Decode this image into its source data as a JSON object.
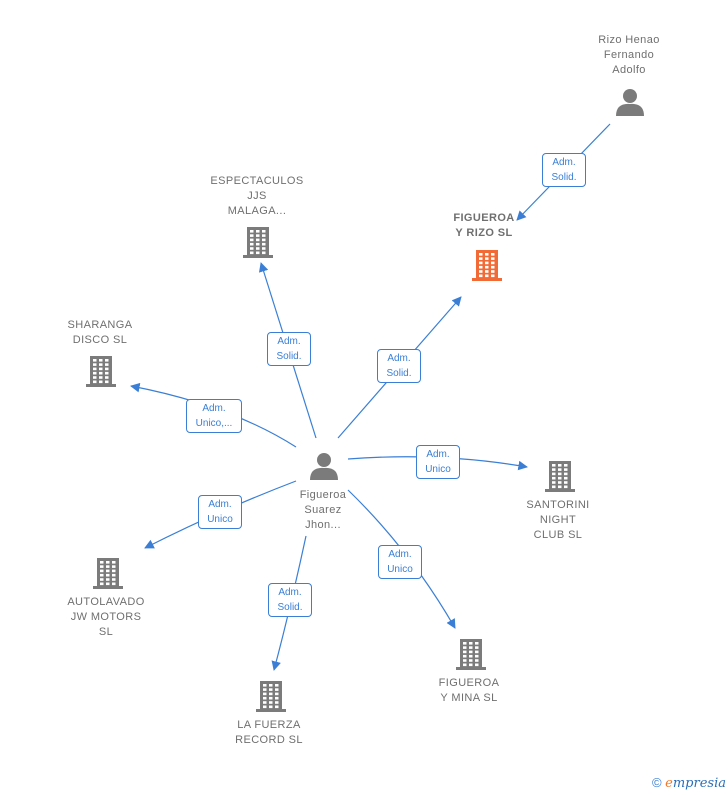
{
  "colors": {
    "edge": "#3a7fd5",
    "node": "#7b7b7b",
    "focus": "#f26a36"
  },
  "nodes": [
    {
      "id": "center",
      "type": "person",
      "label": "Figueroa\nSuarez\nJhon..."
    },
    {
      "id": "rizo",
      "type": "person",
      "label": "Rizo Henao\nFernando\nAdolfo"
    },
    {
      "id": "figueroa_rizo",
      "type": "company",
      "focus": true,
      "label": "FIGUEROA\nY RIZO  SL"
    },
    {
      "id": "espectaculos",
      "type": "company",
      "label": "ESPECTACULOS\nJJS\nMALAGA..."
    },
    {
      "id": "sharanga",
      "type": "company",
      "label": "SHARANGA\nDISCO SL"
    },
    {
      "id": "santorini",
      "type": "company",
      "label": "SANTORINI\nNIGHT\nCLUB  SL"
    },
    {
      "id": "autolavado",
      "type": "company",
      "label": "AUTOLAVADO\nJW MOTORS\nSL"
    },
    {
      "id": "lafuerza",
      "type": "company",
      "label": "LA FUERZA\nRECORD  SL"
    },
    {
      "id": "figueroa_mina",
      "type": "company",
      "label": "FIGUEROA\nY MINA  SL"
    }
  ],
  "edges": [
    {
      "from": "rizo",
      "to": "figueroa_rizo",
      "label": "Adm.\nSolid."
    },
    {
      "from": "center",
      "to": "figueroa_rizo",
      "label": "Adm.\nSolid."
    },
    {
      "from": "center",
      "to": "espectaculos",
      "label": "Adm.\nSolid."
    },
    {
      "from": "center",
      "to": "sharanga",
      "label": "Adm.\nUnico,..."
    },
    {
      "from": "center",
      "to": "santorini",
      "label": "Adm.\nUnico"
    },
    {
      "from": "center",
      "to": "autolavado",
      "label": "Adm.\nUnico"
    },
    {
      "from": "center",
      "to": "lafuerza",
      "label": "Adm.\nSolid."
    },
    {
      "from": "center",
      "to": "figueroa_mina",
      "label": "Adm.\nUnico"
    }
  ],
  "footer": {
    "copyright_symbol": "©",
    "brand_initial": "e",
    "brand_rest": "mpresia"
  }
}
